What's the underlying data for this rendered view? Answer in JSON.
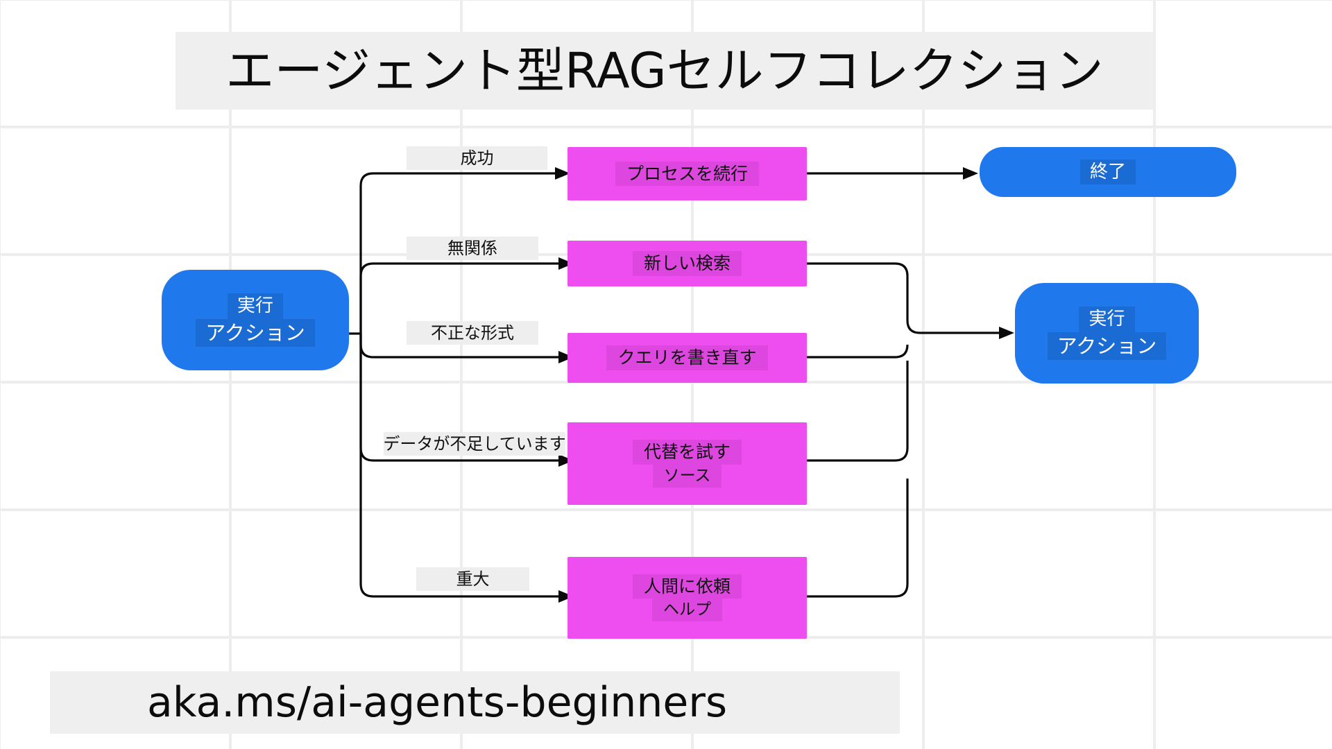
{
  "page": {
    "title": "エージェント型RAGセルフコレクション",
    "footer": "aka.ms/ai-agents-beginners",
    "background_color": "#ffffff",
    "grid_color": "#ededed",
    "banner_color": "#efefef"
  },
  "palette": {
    "blue": "#1f78ec",
    "magenta": "#ee4df0",
    "edge": "#0a0a0a",
    "label_bg": "#eeeeee"
  },
  "nodes": {
    "start": {
      "line1": "実行",
      "line2": "アクション",
      "shape": "rounded-rect",
      "color": "#1f78ec"
    },
    "continue_process": {
      "line1": "プロセスを続行",
      "shape": "rect",
      "color": "#ee4df0"
    },
    "new_search": {
      "line1": "新しい検索",
      "shape": "rect",
      "color": "#ee4df0"
    },
    "rewrite_query": {
      "line1": "クエリを書き直す",
      "shape": "rect",
      "color": "#ee4df0"
    },
    "try_alternative": {
      "line1": "代替を試す",
      "line2": "ソース",
      "shape": "rect",
      "color": "#ee4df0"
    },
    "ask_human": {
      "line1": "人間に依頼",
      "line2": "ヘルプ",
      "shape": "rect",
      "color": "#ee4df0"
    },
    "end": {
      "line1": "終了",
      "shape": "pill",
      "color": "#1f78ec"
    },
    "retry_action": {
      "line1": "実行",
      "line2": "アクション",
      "shape": "rounded-rect",
      "color": "#1f78ec"
    }
  },
  "edge_labels": {
    "success": "成功",
    "irrelevant": "無関係",
    "malformed": "不正な形式",
    "insufficient_data": "データが不足しています",
    "critical": "重大"
  }
}
